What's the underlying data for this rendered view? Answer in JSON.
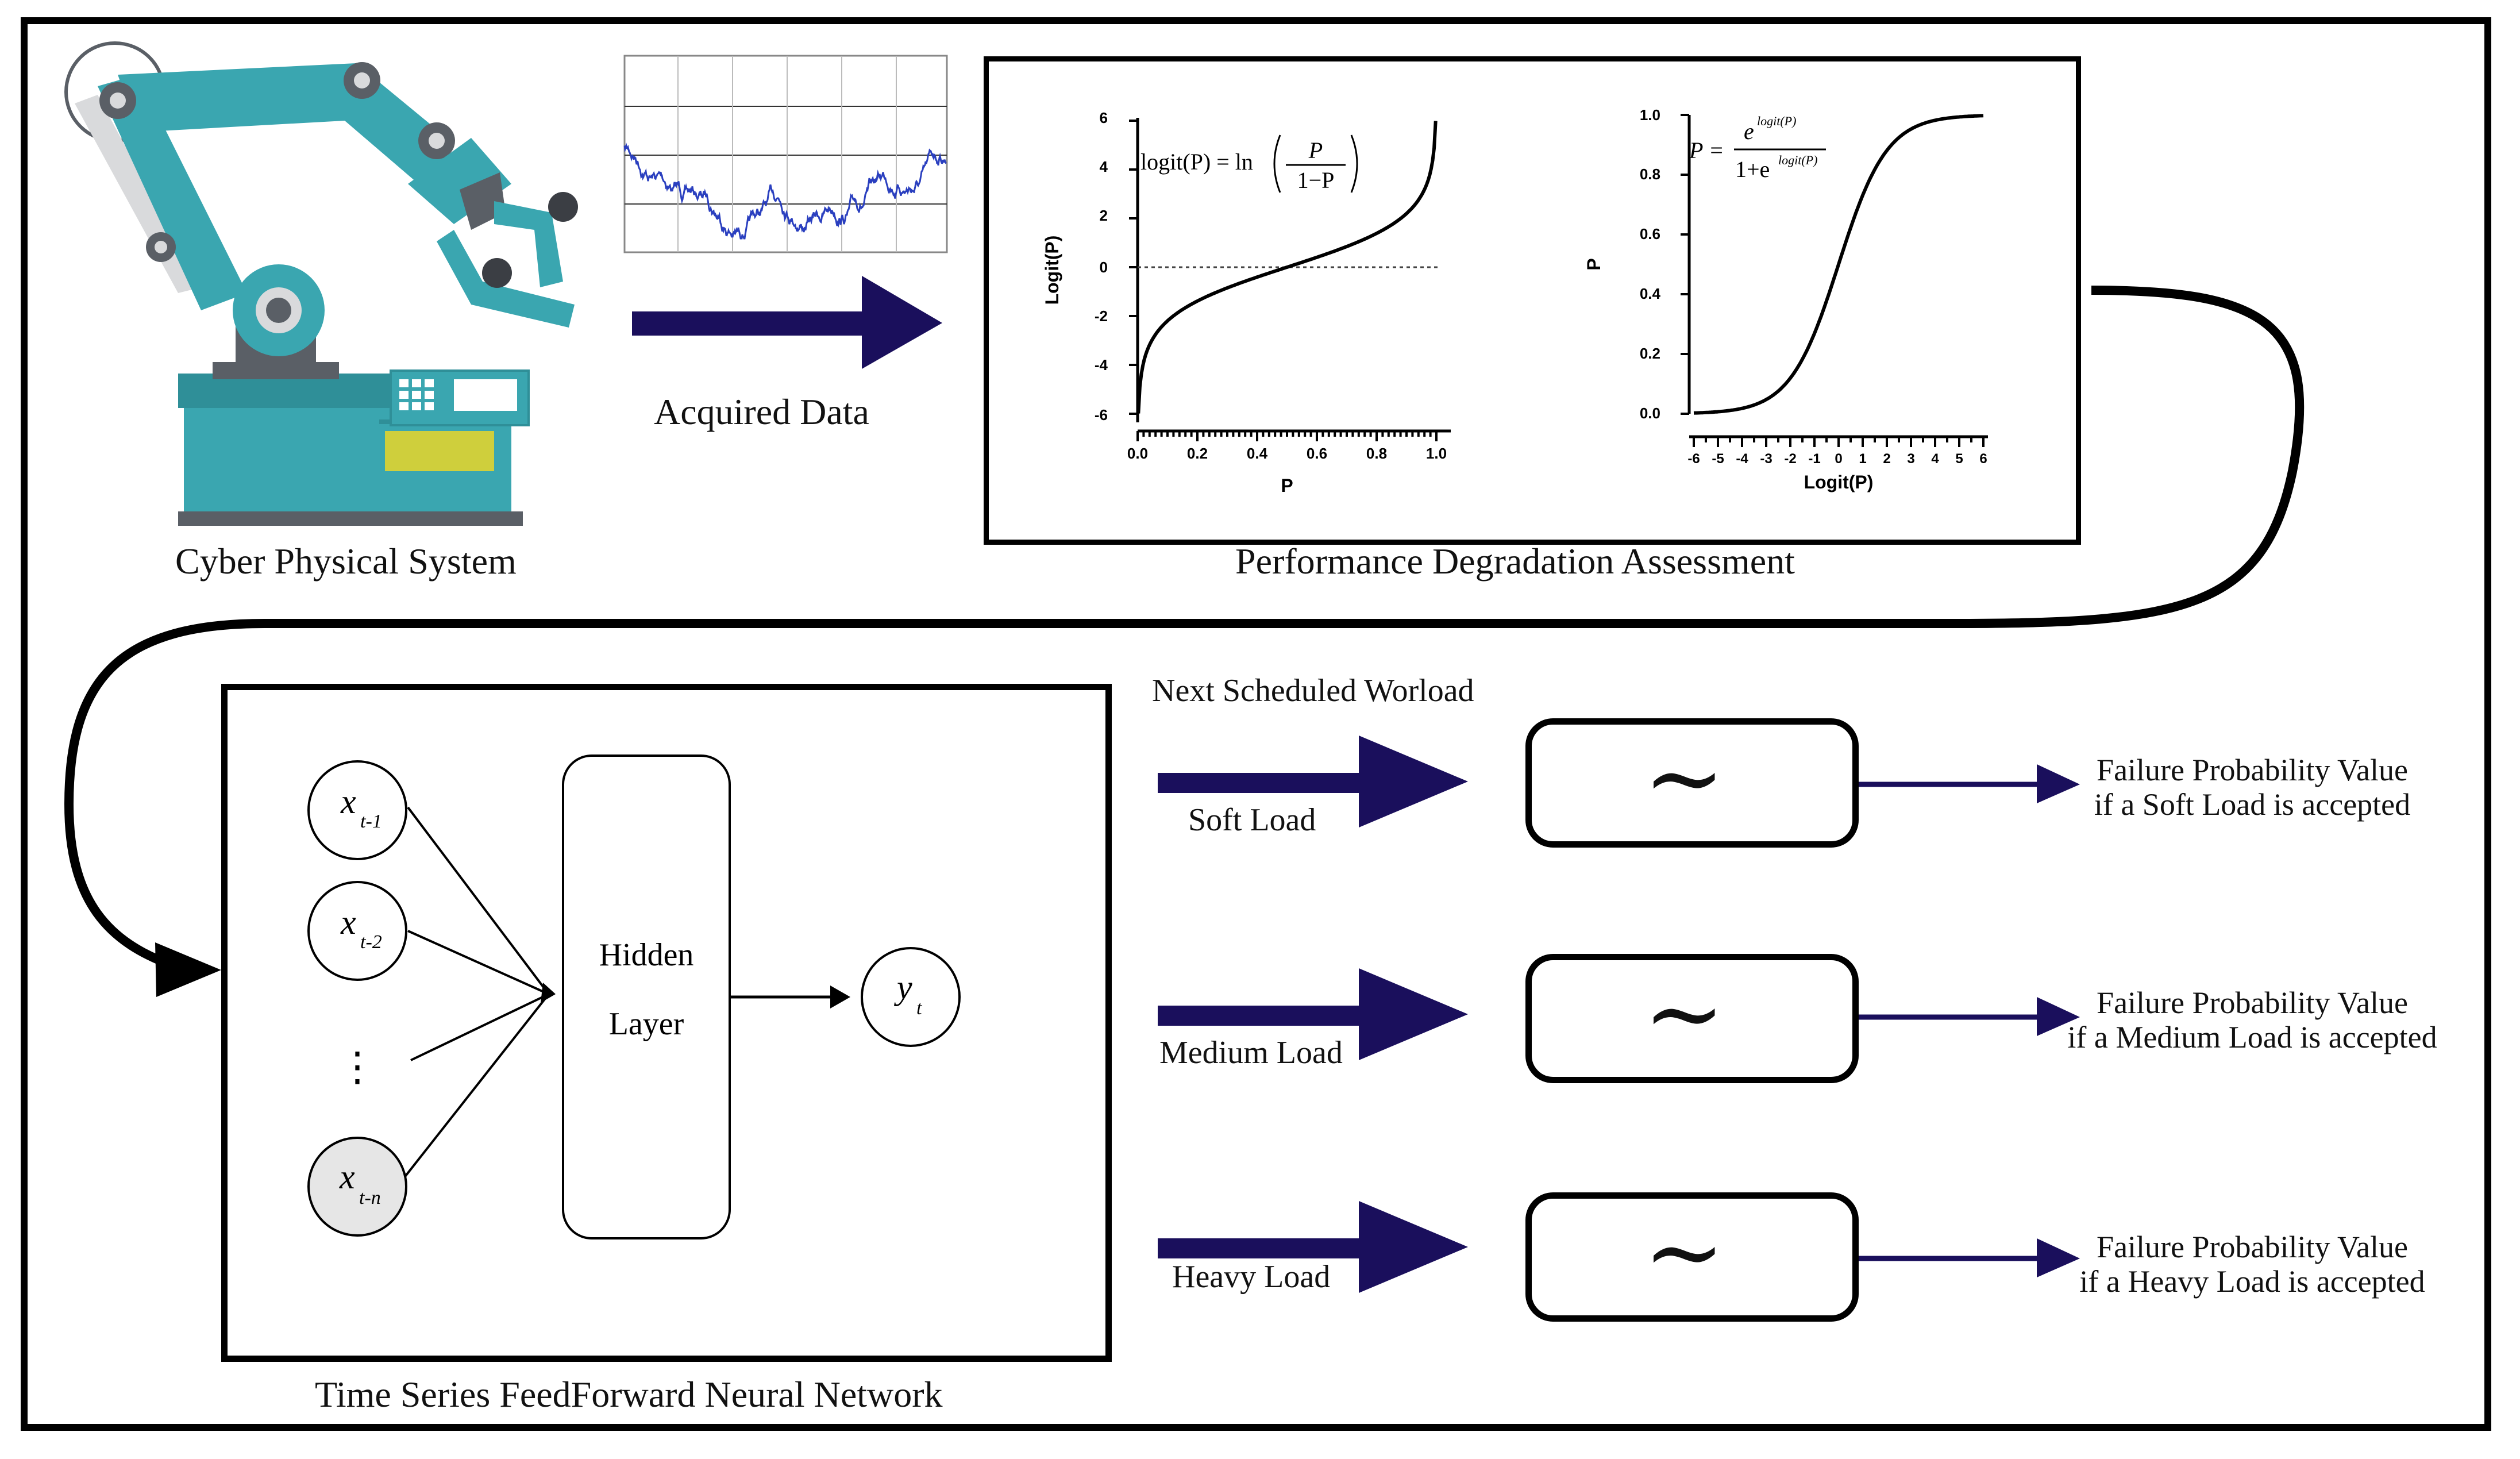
{
  "top": {
    "cps_label": "Cyber Physical System",
    "acquired_label": "Acquired Data",
    "pda_label": "Performance Degradation Assessment"
  },
  "logit_plot": {
    "formula_lhs": "logit(P) = ln",
    "formula_num": "P",
    "formula_den": "1−P",
    "xlabel": "P",
    "ylabel": "Logit(P)",
    "xticks": [
      "0.0",
      "0.2",
      "0.4",
      "0.6",
      "0.8",
      "1.0"
    ],
    "yticks": [
      "6",
      "4",
      "2",
      "0",
      "-2",
      "-4",
      "-6"
    ]
  },
  "sigmoid_plot": {
    "formula_lhs": "P =",
    "formula_num": "e",
    "formula_num_sup": "logit(P)",
    "formula_den": "1+e",
    "formula_den_sup": "logit(P)",
    "xlabel": "Logit(P)",
    "ylabel": "P",
    "xticks": [
      "-6",
      "-5",
      "-4",
      "-3",
      "-2",
      "-1",
      "0",
      "1",
      "2",
      "3",
      "4",
      "5",
      "6"
    ],
    "yticks": [
      "1.0",
      "0.8",
      "0.6",
      "0.4",
      "0.2",
      "0.0"
    ]
  },
  "nn": {
    "caption": "Time Series FeedForward Neural Network",
    "hidden_line1": "Hidden",
    "hidden_line2": "Layer",
    "in1": "x",
    "in1_sub": "t-1",
    "in2": "x",
    "in2_sub": "t-2",
    "in3": "x",
    "in3_sub": "t-n",
    "dots": "⋮",
    "out": "y",
    "out_sub": "t"
  },
  "workload": {
    "heading": "Next Scheduled Worload",
    "tilde": "∼",
    "rows": [
      {
        "load": "Soft Load",
        "result_1": "Failure Probability Value",
        "result_2": "if a Soft Load is accepted"
      },
      {
        "load": "Medium Load",
        "result_1": "Failure Probability Value",
        "result_2": "if a Medium Load is accepted"
      },
      {
        "load": "Heavy Load",
        "result_1": "Failure Probability Value",
        "result_2": "if a Heavy Load is accepted"
      }
    ]
  },
  "colors": {
    "robot_teal": "#3aa6b0",
    "robot_dark": "#5a5f66",
    "robot_yellow": "#cfcf3c",
    "arrow_navy": "#1a0f5c",
    "signal_blue": "#2a3fbf"
  }
}
